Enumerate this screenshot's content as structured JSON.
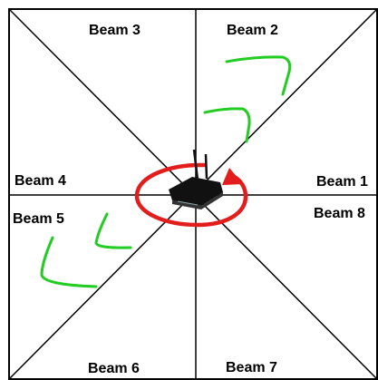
{
  "diagram": {
    "beams": {
      "beam1": "Beam 1",
      "beam2": "Beam 2",
      "beam3": "Beam 3",
      "beam4": "Beam 4",
      "beam5": "Beam 5",
      "beam6": "Beam 6",
      "beam7": "Beam 7",
      "beam8": "Beam 8"
    },
    "colors": {
      "lines": "#000000",
      "rotation_arrow": "#e31c1c",
      "signal_arcs": "#22cc22",
      "router": "#111111"
    },
    "icons": [
      "router-icon",
      "rotation-arrow-icon",
      "signal-wave-icon"
    ]
  }
}
